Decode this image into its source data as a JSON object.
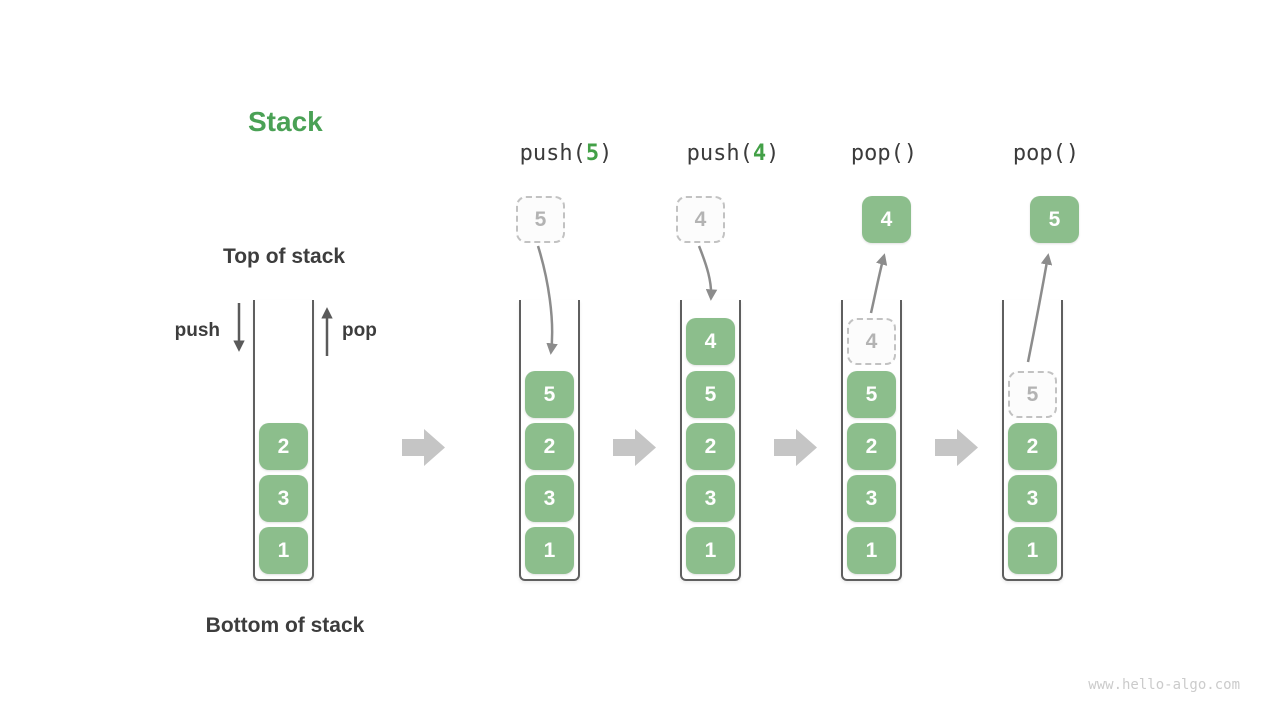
{
  "title": "Stack",
  "labels": {
    "top_of_stack": "Top of stack",
    "bottom_of_stack": "Bottom of stack",
    "push_arrow": "push",
    "pop_arrow": "pop"
  },
  "operations": [
    {
      "prefix": "push(",
      "arg": "5",
      "suffix": ")"
    },
    {
      "prefix": "push(",
      "arg": "4",
      "suffix": ")"
    },
    {
      "prefix": "pop(",
      "arg": "",
      "suffix": ")"
    },
    {
      "prefix": "pop(",
      "arg": "",
      "suffix": ")"
    }
  ],
  "stages": [
    {
      "name": "initial",
      "cells": [
        "2",
        "3",
        "1"
      ]
    },
    {
      "name": "after-push-5",
      "incoming": "5",
      "cells": [
        "5",
        "2",
        "3",
        "1"
      ]
    },
    {
      "name": "after-push-4",
      "incoming": "4",
      "cells": [
        "4",
        "5",
        "2",
        "3",
        "1"
      ]
    },
    {
      "name": "after-pop-4",
      "popped": "4",
      "ghost": "4",
      "cells": [
        "5",
        "2",
        "3",
        "1"
      ]
    },
    {
      "name": "after-pop-5",
      "popped": "5",
      "ghost": "5",
      "cells": [
        "2",
        "3",
        "1"
      ]
    }
  ],
  "watermark": "www.hello-algo.com",
  "colors": {
    "accent_green": "#4aa155",
    "box_green": "#8cbe8c",
    "arg_green": "#43a047",
    "text_dark": "#3d3d3d",
    "curve_arrow_gray": "#8c8c8c",
    "straight_arrow_gray": "#5a5a5a",
    "block_arrow_gray": "#c5c5c5",
    "ghost_border_gray": "#c2c2c2",
    "ghost_text_gray": "#b3b3b3",
    "watermark_gray": "#cbcbcb"
  }
}
